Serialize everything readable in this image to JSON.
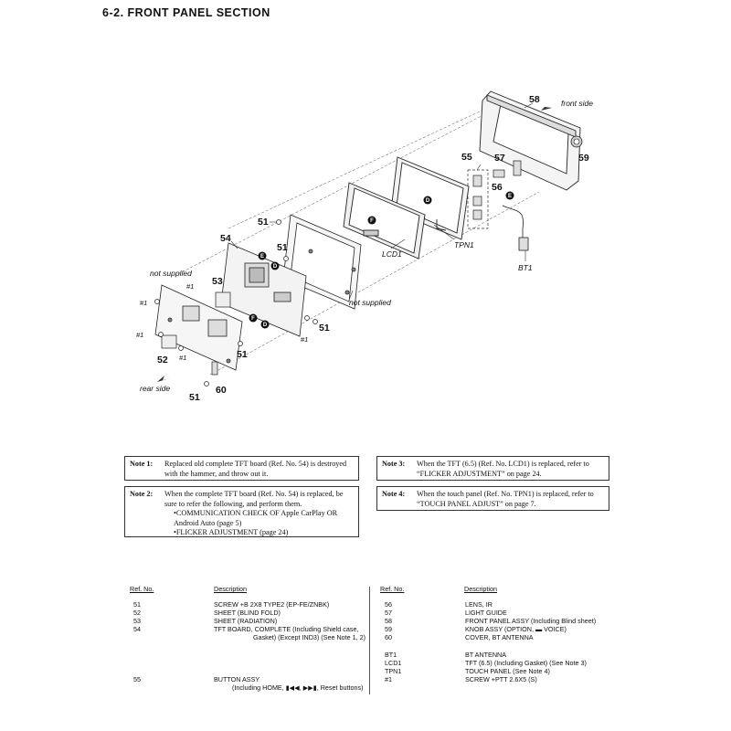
{
  "title": "6-2.   FRONT  PANEL  SECTION",
  "diagram": {
    "labels": {
      "front_side": "front side",
      "rear_side": "rear side",
      "not_supplied_left": "not supplied",
      "not_supplied_right": "not supplied",
      "tpn1": "TPN1",
      "lcd1": "LCD1",
      "bt1": "BT1"
    },
    "ref_numbers": [
      "58",
      "59",
      "55",
      "57",
      "56",
      "51",
      "54",
      "53",
      "52",
      "60"
    ],
    "screw_labels": [
      "#1"
    ],
    "connectors": [
      "D",
      "E",
      "F"
    ]
  },
  "notes": [
    {
      "label": "Note 1:",
      "text": "Replaced old complete TFT board (Ref. No. 54) is destroyed with the hammer, and throw out it."
    },
    {
      "label": "Note 2:",
      "text": "When the complete TFT board (Ref. No. 54) is replaced, be sure to refer the following, and perform them.",
      "items": [
        "COMMUNICATION CHECK OF Apple CarPlay OR Android Auto (page 5)",
        "FLICKER ADJUSTMENT (page 24)"
      ]
    },
    {
      "label": "Note 3:",
      "text": "When the TFT (6.5) (Ref. No. LCD1) is replaced, refer to “FLICKER ADJUSTMENT” on page 24."
    },
    {
      "label": "Note 4:",
      "text": "When the touch panel (Ref. No. TPN1) is replaced, refer to “TOUCH PANEL ADJUST” on page 7."
    }
  ],
  "parts_table": {
    "headers": {
      "ref": "Ref. No.",
      "desc": "Description"
    },
    "left": [
      {
        "ref": "51",
        "desc": "SCREW +B 2X8 TYPE2 (EP-FE/ZNBK)"
      },
      {
        "ref": "52",
        "desc": "SHEET (BLIND FOLD)"
      },
      {
        "ref": "53",
        "desc": "SHEET (RADIATION)"
      },
      {
        "ref": "54",
        "desc": "TFT BOARD, COMPLETE (Including Shield case,"
      },
      {
        "ref": "",
        "desc": "Gasket) (Except IND3) (See Note 1, 2)"
      },
      {
        "ref": "55",
        "desc": "BUTTON ASSY"
      },
      {
        "ref": "",
        "desc": "(Including HOME, ▮◀◀, ▶▶▮, Reset buttons)"
      }
    ],
    "right": [
      {
        "ref": "56",
        "desc": "LENS, IR"
      },
      {
        "ref": "57",
        "desc": "LIGHT GUIDE"
      },
      {
        "ref": "58",
        "desc": "FRONT PANEL ASSY (Including Blind sheet)"
      },
      {
        "ref": "59",
        "desc": "KNOB ASSY (OPTION, ▬ VOICE)"
      },
      {
        "ref": "60",
        "desc": "COVER, BT ANTENNA"
      },
      {
        "ref": "BT1",
        "desc": "BT ANTENNA"
      },
      {
        "ref": "LCD1",
        "desc": "TFT (6.5) (Including Gasket) (See Note 3)"
      },
      {
        "ref": "TPN1",
        "desc": "TOUCH PANEL (See Note 4)"
      },
      {
        "ref": "#1",
        "desc": "SCREW +PTT 2.6X5 (S)"
      }
    ]
  }
}
